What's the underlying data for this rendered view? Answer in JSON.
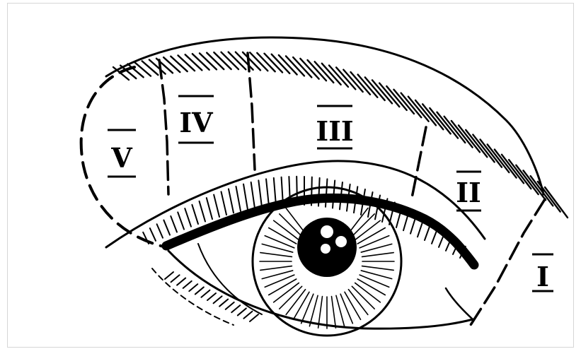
{
  "diagram": {
    "zones": [
      {
        "id": "zone-1",
        "label": "I"
      },
      {
        "id": "zone-2",
        "label": "II"
      },
      {
        "id": "zone-3",
        "label": "III"
      },
      {
        "id": "zone-4",
        "label": "IV"
      },
      {
        "id": "zone-5",
        "label": "V"
      }
    ],
    "colors": {
      "ink": "#000000",
      "paper": "#ffffff",
      "frame": "#d6d6d6"
    }
  }
}
